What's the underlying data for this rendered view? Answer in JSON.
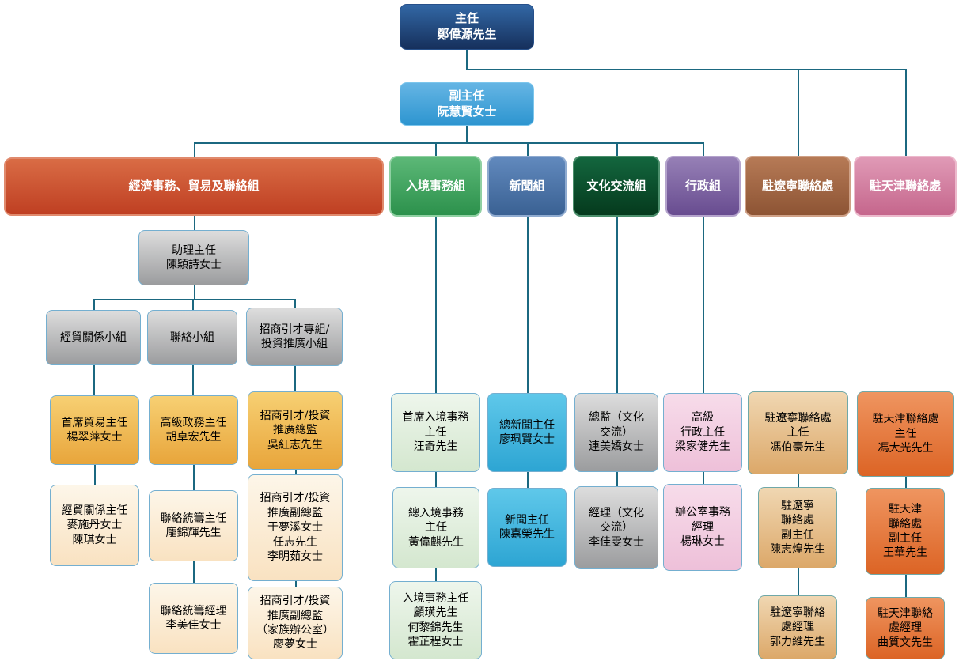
{
  "chart_title": "Organization chart",
  "palette": {
    "director_navy": "#16305c",
    "deputy_skyblue": "#2d95d0",
    "economic_red": "#bf3f22",
    "immigration_green": "#2c914c",
    "information_steelblue": "#3a6193",
    "culture_darkgreen": "#053a1d",
    "admin_purple": "#684c90",
    "liaoning_brown": "#8d5434",
    "tianjin_pink": "#c5668c",
    "gray_box": "#9b9c9e",
    "orange_box": "#e8a53b",
    "cream_box": "#fcefd9",
    "lightgreen_box": "#d4e7cf",
    "cyan_box": "#2da5d3",
    "pink_box": "#eec0d9",
    "tan_box": "#dca869",
    "orange_staff_box": "#dc6425",
    "connector_line": "#1b6880"
  },
  "nodes": {
    "director": {
      "lines": [
        "主任",
        "鄭偉源先生"
      ]
    },
    "deputy": {
      "lines": [
        "副主任",
        "阮慧賢女士"
      ]
    },
    "econ_dept": {
      "lines": [
        "經濟事務、貿易及聯絡組"
      ]
    },
    "imm_dept": {
      "lines": [
        "入境事務組"
      ]
    },
    "info_dept": {
      "lines": [
        "新聞組"
      ]
    },
    "culture_dept": {
      "lines": [
        "文化交流組"
      ]
    },
    "admin_dept": {
      "lines": [
        "行政組"
      ]
    },
    "ln_dept": {
      "lines": [
        "駐遼寧聯絡處"
      ]
    },
    "tj_dept": {
      "lines": [
        "駐天津聯絡處"
      ]
    },
    "assistant": {
      "lines": [
        "助理主任",
        "陳穎詩女士"
      ]
    },
    "group_trade": {
      "lines": [
        "經貿關係小組"
      ]
    },
    "group_liaison": {
      "lines": [
        "聯絡小組"
      ]
    },
    "group_invest": {
      "lines": [
        "招商引才專組/",
        "投資推廣小組"
      ]
    },
    "chief_trade": {
      "lines": [
        "首席貿易主任",
        "楊翠萍女士"
      ]
    },
    "senior_admin": {
      "lines": [
        "高級政務主任",
        "胡卓宏先生"
      ]
    },
    "invest_director": {
      "lines": [
        "招商引才/投資",
        "推廣總監",
        "吳紅志先生"
      ]
    },
    "trade_officers": {
      "lines": [
        "經貿關係主任",
        "麥施丹女士",
        "陳琪女士"
      ]
    },
    "liaison_officer": {
      "lines": [
        "聯絡統籌主任",
        "龐錦輝先生"
      ]
    },
    "invest_deputy": {
      "lines": [
        "招商引才/投資",
        "推廣副總監",
        "于夢溪女士",
        "任志先生",
        "李明茹女士"
      ]
    },
    "liaison_manager": {
      "lines": [
        "聯絡統籌經理",
        "李美佳女士"
      ]
    },
    "invest_deputy_family": {
      "lines": [
        "招商引才/投資",
        "推廣副總監",
        "（家族辦公室）",
        "廖夢女士"
      ]
    },
    "chief_imm": {
      "lines": [
        "首席入境事務",
        "主任",
        "汪奇先生"
      ]
    },
    "head_imm": {
      "lines": [
        "總入境事務",
        "主任",
        "黃偉麒先生"
      ]
    },
    "imm_officers": {
      "lines": [
        "入境事務主任",
        "顧璜先生",
        "何黎錦先生",
        "霍芷程女士"
      ]
    },
    "chief_info": {
      "lines": [
        "總新聞主任",
        "廖珮賢女士"
      ]
    },
    "info_officer": {
      "lines": [
        "新聞主任",
        "陳嘉榮先生"
      ]
    },
    "culture_director": {
      "lines": [
        "總監（文化",
        "交流）",
        "連美嬌女士"
      ]
    },
    "culture_manager": {
      "lines": [
        "經理（文化",
        "交流）",
        "李佳雯女士"
      ]
    },
    "senior_exec": {
      "lines": [
        "高級",
        "行政主任",
        "梁家健先生"
      ]
    },
    "office_manager": {
      "lines": [
        "辦公室事務",
        "經理",
        "楊琳女士"
      ]
    },
    "ln_head": {
      "lines": [
        "駐遼寧聯絡處",
        "主任",
        "馮伯豪先生"
      ]
    },
    "ln_deputy": {
      "lines": [
        "駐遼寧",
        "聯絡處",
        "副主任",
        "陳志煌先生"
      ]
    },
    "ln_manager": {
      "lines": [
        "駐遼寧聯絡",
        "處經理",
        "郭力維先生"
      ]
    },
    "tj_head": {
      "lines": [
        "駐天津聯絡處",
        "主任",
        "馮大光先生"
      ]
    },
    "tj_deputy": {
      "lines": [
        "駐天津",
        "聯絡處",
        "副主任",
        "王華先生"
      ]
    },
    "tj_manager": {
      "lines": [
        "駐天津聯絡",
        "處經理",
        "曲質文先生"
      ]
    }
  }
}
